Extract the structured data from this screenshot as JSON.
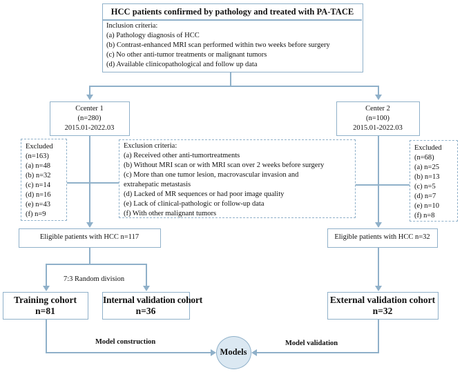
{
  "header": {
    "title": "HCC patients confirmed by pathology and treated with PA-TACE",
    "inclusion_title": "Inclusion criteria:",
    "inclusion_items": [
      "(a) Pathology diagnosis of HCC",
      "(b) Contrast-enhanced MRI scan performed within two weeks before surgery",
      "(c) No other anti-tumor treatments or malignant tumors",
      "(d) Available clinicopathological and follow up data"
    ]
  },
  "center1": {
    "name": "Ccenter 1",
    "n": "(n=280)",
    "period": "2015.01-2022.03"
  },
  "center2": {
    "name": "Center 2",
    "n": "(n=100)",
    "period": "2015.01-2022.03"
  },
  "excluded1": {
    "title": "Excluded",
    "items": [
      "(n=163)",
      "(a) n=48",
      "(b) n=32",
      "(c) n=14",
      "(d) n=16",
      "(e) n=43",
      "(f) n=9"
    ]
  },
  "excluded2": {
    "title": "Excluded",
    "items": [
      "(n=68)",
      "(a) n=25",
      "(b) n=13",
      "(c) n=5",
      "(d) n=7",
      "(e) n=10",
      "(f) n=8"
    ]
  },
  "exclusion": {
    "title": "Exclusion criteria:",
    "items": [
      "(a) Received other anti-tumortreatments",
      "(b) Without MRI scan or with MRI scan over 2 weeks before surgery",
      "(c) More than one tumor lesion, macrovascular invasion and",
      "extrahepatic metastasis",
      "(d) Lacked of MR sequences or had poor image quality",
      "(e) Lack of clinical-pathologic or follow-up data",
      "(f) With other malignant tumors"
    ]
  },
  "eligible1": "Eligible patients with HCC n=117",
  "eligible2": "Eligible patients with HCC n=32",
  "random_division": "7:3 Random division",
  "training": {
    "name": "Training cohort",
    "n": "n=81"
  },
  "internal": {
    "name": "Internal validation cohort",
    "n": "n=36"
  },
  "external": {
    "name": "External validation cohort",
    "n": "n=32"
  },
  "model_construction": "Model construction",
  "model_validation": "Model validation",
  "models": "Models"
}
